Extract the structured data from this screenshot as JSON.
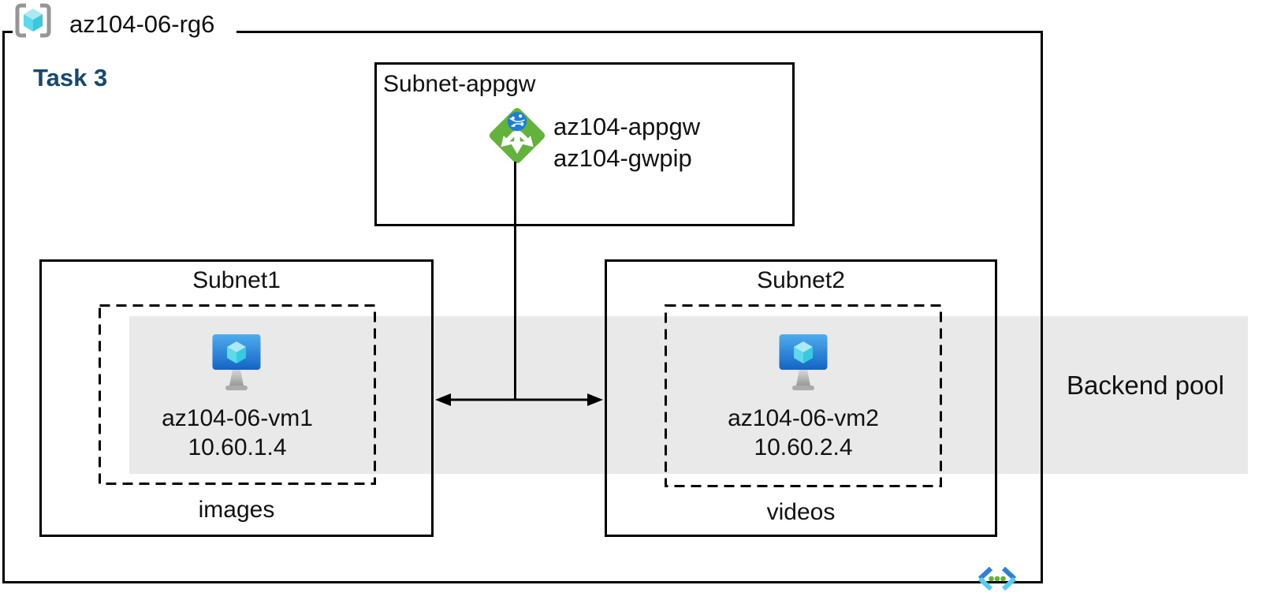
{
  "task_label": "Task 3",
  "resource_group": {
    "label": "az104-06-rg6"
  },
  "appgw_subnet": {
    "title": "Subnet-appgw",
    "gateway_name": "az104-appgw",
    "public_ip_name": "az104-gwpip"
  },
  "subnet1": {
    "title": "Subnet1",
    "vm_name": "az104-06-vm1",
    "vm_ip": "10.60.1.4",
    "app_label": "images"
  },
  "subnet2": {
    "title": "Subnet2",
    "vm_name": "az104-06-vm2",
    "vm_ip": "10.60.2.4",
    "app_label": "videos"
  },
  "backend_pool": {
    "label": "Backend pool"
  },
  "icons": {
    "resource_group": "resource-group-icon",
    "application_gateway": "application-gateway-icon",
    "virtual_machine": "virtual-machine-icon",
    "virtual_network": "virtual-network-icon"
  },
  "colors": {
    "task_label_color": "#17486F",
    "band_gray": "#E9E9E9",
    "appgw_green": "#63B23C",
    "globe_blue": "#1B7ED8",
    "vm_screen_top": "#4FACEE",
    "vm_screen_bottom": "#1464C4",
    "cube_top": "#ABE9F4",
    "cube_left": "#5ED8EB",
    "cube_right": "#38C8E0",
    "bracket_gray": "#969696",
    "vnet_blue": "#2F7FD8",
    "vnet_cyan": "#55CCF1",
    "dot_green": "#5CB431",
    "line_color": "#000000"
  }
}
